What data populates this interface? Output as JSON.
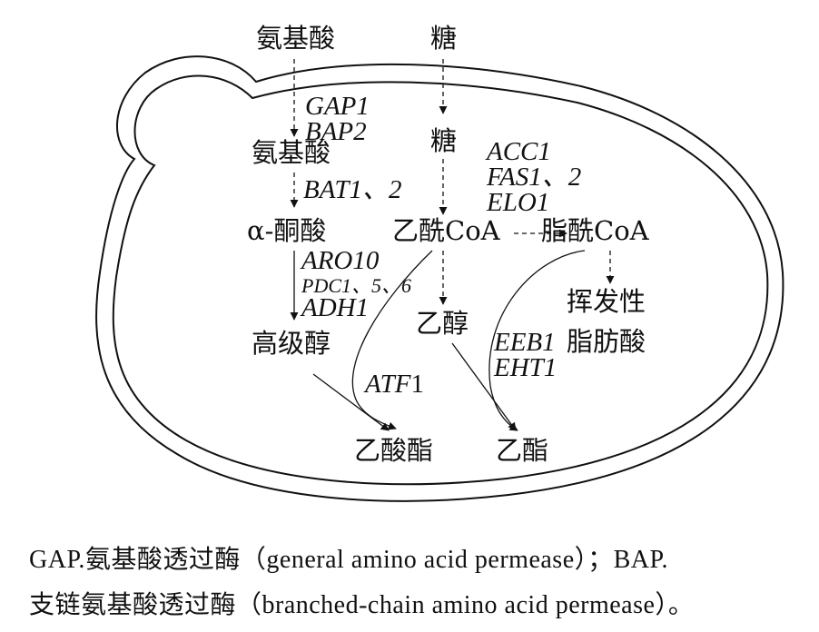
{
  "nodes": {
    "amino_acid_outside": "氨基酸",
    "sugar_outside": "糖",
    "amino_acid_inside": "氨基酸",
    "sugar_inside": "糖",
    "keto_acid": "α-酮酸",
    "acetyl_coa": "乙酰CoA",
    "acyl_coa": "脂酰CoA",
    "higher_alcohol": "高级醇",
    "ethanol": "乙醇",
    "volatile_fatty_acid_line1": "挥发性",
    "volatile_fatty_acid_line2": "脂肪酸",
    "acetate_ester": "乙酸酯",
    "ethyl_ester": "乙酯"
  },
  "genes": {
    "gap1": "GAP1",
    "bap2": "BAP2",
    "bat": "BAT1、2",
    "acc1": "ACC1",
    "fas": "FAS1、2",
    "elo1": "ELO1",
    "aro10": "ARO10",
    "pdc": "PDC1、5、6",
    "adh1": "ADH1",
    "atf1_italic": "ATF",
    "atf1_number": "1",
    "eeb1": "EEB1",
    "eht1": "EHT1"
  },
  "caption": {
    "line1": "GAP.氨基酸透过酶（general amino acid permease）；BAP.",
    "line2": "支链氨基酸透过酶（branched-chain amino acid permease）。"
  }
}
